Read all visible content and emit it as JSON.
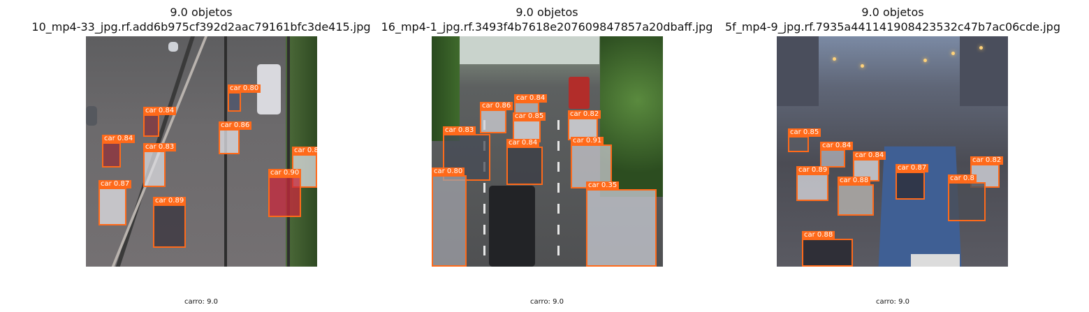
{
  "panels": [
    {
      "title_line1": "9.0 objetos",
      "title_line2": "10_mp4-33_jpg.rf.add6b975cf392d2aac79161bfc3de415.jpg",
      "caption": "carro: 9.0",
      "detections": [
        "car 0.84",
        "car 0.80",
        "car 0.86",
        "car 0.84",
        "car 0.83",
        "car 0.8",
        "car 0.90",
        "car 0.87",
        "car 0.89"
      ]
    },
    {
      "title_line1": "9.0 objetos",
      "title_line2": "16_mp4-1_jpg.rf.3493f4b7618e207609847857a20dbaff.jpg",
      "caption": "carro: 9.0",
      "detections": [
        "car 0.84",
        "car 0.86",
        "car 0.85",
        "car 0.82",
        "car 0.83",
        "car 0.84",
        "car 0.91",
        "car 0.80",
        "car 0.35"
      ]
    },
    {
      "title_line1": "9.0 objetos",
      "title_line2": "5f_mp4-9_jpg.rf.7935a441141908423532c47b7ac06cde.jpg",
      "caption": "carro: 9.0",
      "detections": [
        "car 0.85",
        "car 0.84",
        "car 0.84",
        "car 0.82",
        "car 0.89",
        "car 0.87",
        "car 0.88",
        "car 0.8",
        "car 0.88"
      ]
    }
  ],
  "colors": {
    "box": "#ff6a1a",
    "tag_text": "#ffffff"
  }
}
